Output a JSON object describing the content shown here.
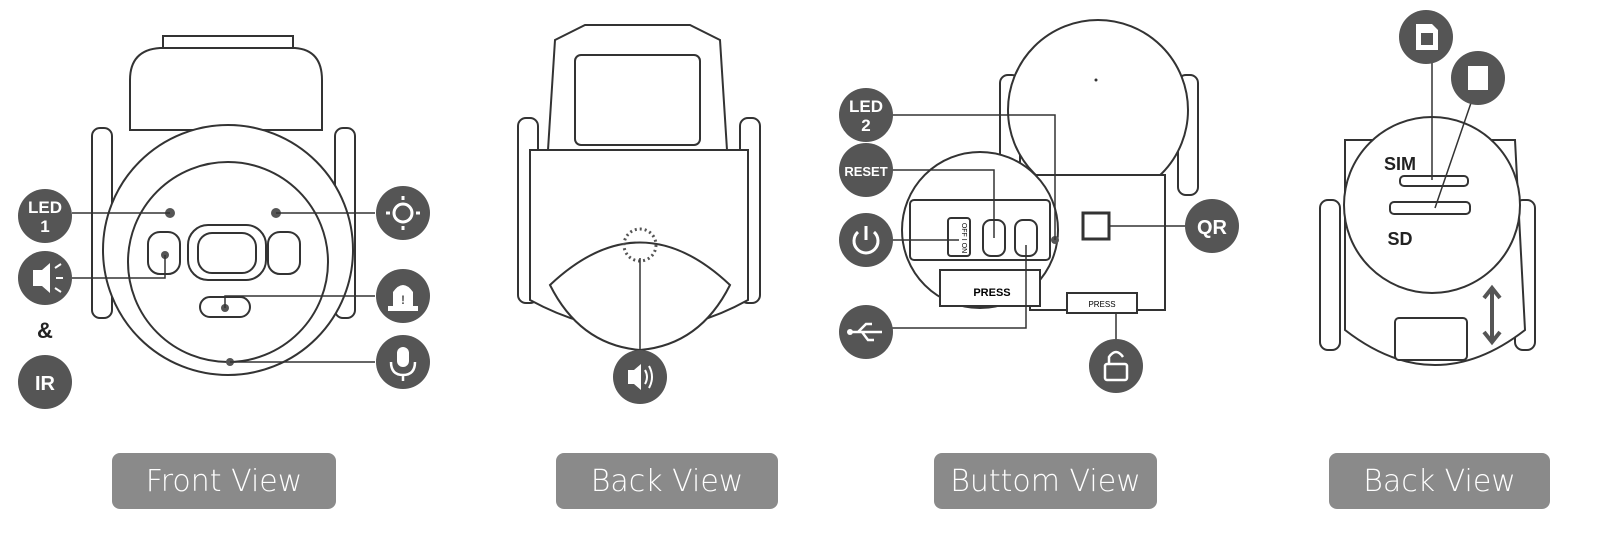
{
  "views": [
    {
      "caption": "Front View"
    },
    {
      "caption": "Back View"
    },
    {
      "caption": "Buttom View"
    },
    {
      "caption": "Back View"
    }
  ],
  "front": {
    "led1": "LED",
    "led1_num": "1",
    "amp": "&",
    "ir": "IR",
    "icons": [
      "light-sensor-icon",
      "siren-icon",
      "microphone-icon",
      "floodlight-icon"
    ]
  },
  "back": {
    "icons": [
      "speaker-icon"
    ]
  },
  "bottom": {
    "led2": "LED",
    "led2_num": "2",
    "reset": "RESET",
    "qr": "QR",
    "switch": "OFF I ON",
    "press": "PRESS",
    "icons": [
      "power-icon",
      "usb-icon",
      "unlock-icon"
    ]
  },
  "back2": {
    "sim": "SIM",
    "sd": "SD",
    "icons": [
      "sim-card-icon",
      "sd-card-icon",
      "up-down-arrow-icon"
    ]
  }
}
